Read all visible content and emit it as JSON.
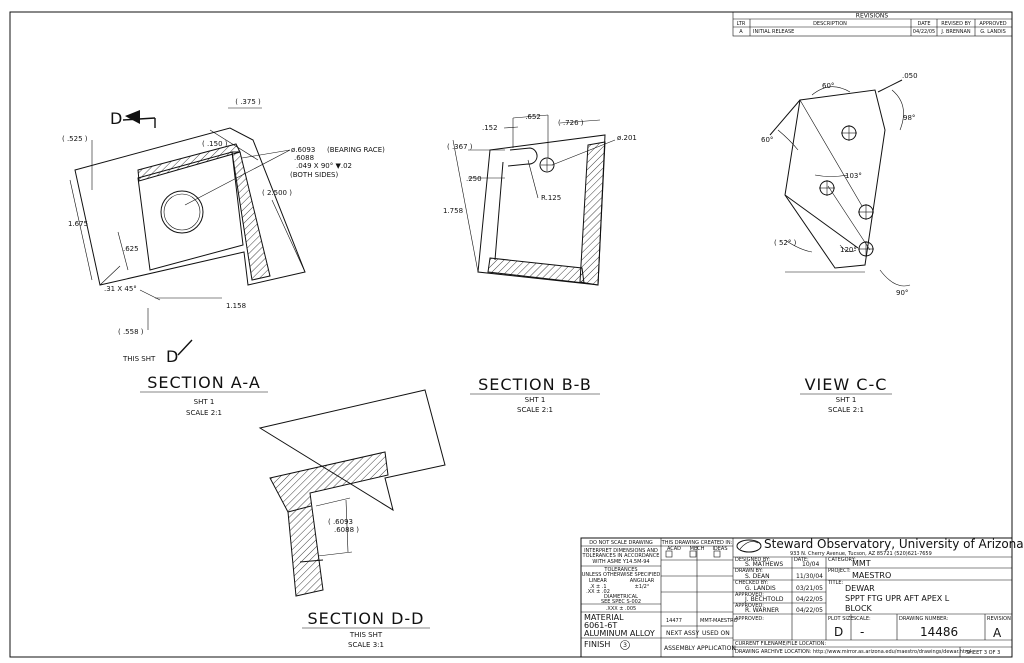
{
  "revisions": {
    "title": "REVISIONS",
    "headers": [
      "LTR",
      "DESCRIPTION",
      "DATE",
      "REVISED BY",
      "APPROVED"
    ],
    "rows": [
      [
        "A",
        "INITIAL RELEASE",
        "04/22/05",
        "J. BRENNAN",
        "G. LANDIS"
      ]
    ]
  },
  "section_aa": {
    "title": "SECTION A-A",
    "sheet": "SHT 1",
    "scale": "SCALE 2:1",
    "dims": {
      "d375": "( .375 )",
      "d525": "( .525 )",
      "d150": "( .150 )",
      "bearing_a": "ø.6093",
      "bearing_b": ".6088",
      "bearing_c": "(BEARING RACE)",
      "chamfer": ".049 X 90° ▼.02",
      "both_sides": "(BOTH SIDES)",
      "d2500": "( 2.500 )",
      "d1675": "1.675",
      "d625": ".625",
      "d31x45": ".31 X 45°",
      "d1158": "1.158",
      "d558": "( .558 )",
      "view_d": "D",
      "this_sht": "THIS SHT",
      "view_d2": "D"
    }
  },
  "section_bb": {
    "title": "SECTION B-B",
    "sheet": "SHT 1",
    "scale": "SCALE 2:1",
    "dims": {
      "d652": ".652",
      "d152": ".152",
      "d726": "( .726 )",
      "d201": "ø.201",
      "d367": "( .367 )",
      "d250": ".250",
      "r125": "R.125",
      "d1758": "1.758"
    }
  },
  "view_cc": {
    "title": "VIEW C-C",
    "sheet": "SHT 1",
    "scale": "SCALE 2:1",
    "dims": {
      "a60top": "60°",
      "a050": ".050",
      "a98": "98°",
      "a60left": "60°",
      "a103": "103°",
      "a52": "( 52° )",
      "a120": "120°",
      "a90": "90°"
    }
  },
  "section_dd": {
    "title": "SECTION D-D",
    "sheet": "THIS SHT",
    "scale": "SCALE 3:1",
    "dims": {
      "d6093": "( .6093",
      "d6088": ".6088 )"
    }
  },
  "title_block": {
    "do_not_scale": "DO NOT SCALE DRAWING",
    "interpret": [
      "INTERPRET DIMENSIONS AND",
      "TOLERANCES IN ACCORDANCE",
      "WITH ASME Y14.5M-94"
    ],
    "tolerances": "TOLERANCES",
    "unless": "UNLESS OTHERWISE SPECIFIED",
    "linear": "LINEAR",
    "angular": "ANGULAR",
    "tol_linear": ".X ± .1",
    "tol_linear2": ".XX ± .02",
    "tol_linear3": ".XXX ± .005",
    "tol_angular": "±1/2°",
    "diametrical": "DIAMETRICAL",
    "see_spec": "SEE SPEC S-002",
    "created_in": "THIS DRAWING CREATED IN:",
    "cad_options": [
      "ACAD",
      "MECH",
      "IDEAS"
    ],
    "material_label": "MATERIAL",
    "material": "6061-6T",
    "material2": "ALUMINUM ALLOY",
    "finish_label": "FINISH",
    "finish_value": "3",
    "next_assy_value": "14477",
    "used_on_value": "MMT-MAESTRO",
    "next_assy": "NEXT ASSY",
    "used_on": "USED ON",
    "assembly_app": "ASSEMBLY APPLICATION",
    "org": "Steward Observatory, University of Arizona",
    "address": "933 N. Cherry Avenue, Tucson, AZ  85721   (520)621-7659",
    "designed_by_label": "DESIGNED BY:",
    "designed_by": "S. MATHEWS",
    "date_label": "DATE:",
    "design_date": "10/04",
    "drawn_by_label": "DRAWN BY:",
    "drawn_by": "S. DEAN",
    "drawn_date": "11/30/04",
    "checked_label": "CHECKED BY:",
    "checked_by": "G. LANDIS",
    "checked_date": "03/21/05",
    "approved_label": "APPROVED:",
    "approved1": "J. BECHTOLD",
    "approved1_date": "04/22/05",
    "approved2_label": "APPROVED:",
    "approved2": "R. WARNER",
    "approved2_date": "04/22/05",
    "approved3_label": "APPROVED:",
    "category_label": "CATEGORY:",
    "category": "MMT",
    "project_label": "PROJECT:",
    "project": "MAESTRO",
    "title_label": "TITLE:",
    "title_lines": [
      "DEWAR",
      "SPPT FTG UPR AFT APEX L",
      "BLOCK"
    ],
    "plot_size_label": "PLOT SIZE",
    "scale_label": "SCALE:",
    "plot_size": "D",
    "scale_value": "-",
    "drawing_number_label": "DRAWING NUMBER:",
    "drawing_number": "14486",
    "revision_label": "REVISION",
    "revision": "A",
    "current_location": "CURRENT FILENAME/FILE LOCATION:",
    "archive_location": "DRAWING ARCHIVE LOCATION: http://www.mirror.as.arizona.edu/maestro/drawings/dewar.html",
    "sheet": "SHEET 3 OF 3"
  }
}
